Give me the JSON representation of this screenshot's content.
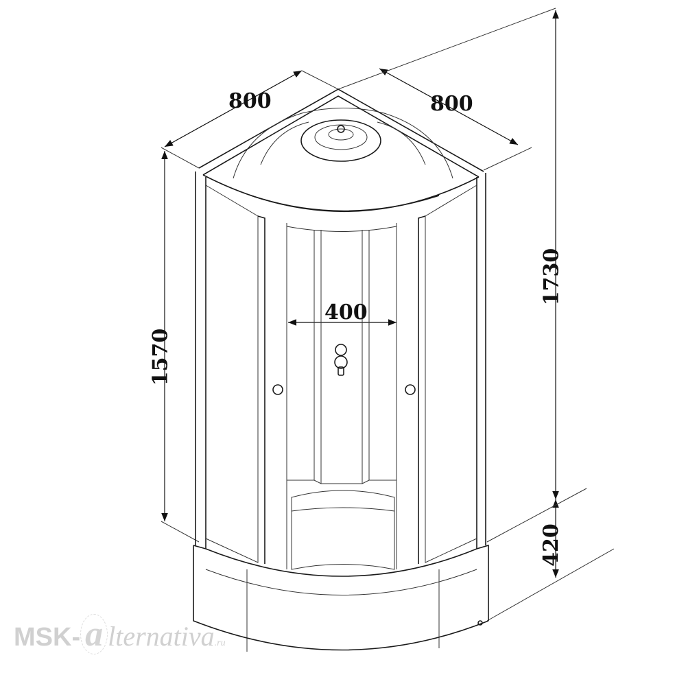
{
  "dimensions": {
    "depth_left": "800",
    "width_right": "800",
    "door_opening": "400",
    "cabin_height": "1570",
    "total_height": "1730",
    "tray_height": "420"
  },
  "watermark": {
    "prefix": "MSK-",
    "at": "a",
    "suffix": "lternativa",
    "tld": ".ru"
  }
}
